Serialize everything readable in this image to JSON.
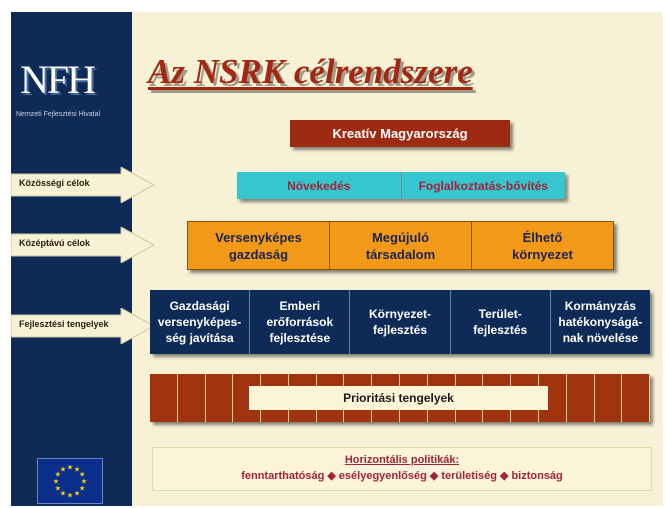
{
  "logo": {
    "text": "NFH",
    "subtitle": "Nemzeti Fejlesztési Hivatal"
  },
  "title": "Az NSRK célrendszere",
  "top_goal": "Kreatív Magyarország",
  "level_labels": [
    "Közösségi célok",
    "Középtávú célok",
    "Fejlesztési tengelyek"
  ],
  "community_goals": [
    "Növekedés",
    "Foglalkoztatás-bővítés"
  ],
  "mid_term_goals": [
    "Versenyképes\ngazdaság",
    "Megújuló\ntársadalom",
    "Élhető\nkörnyezet"
  ],
  "development_axes": [
    "Gazdasági\nversenyképes-\nség javítása",
    "Emberi\nerőforrások\nfejlesztése",
    "Környezet-\nfejlesztés",
    "Terület-\nfejlesztés",
    "Kormányzás\nhatékonyságá-\nnak növelése"
  ],
  "priority_axes": "Prioritási tengelyek",
  "horizontal": {
    "title": "Horizontális politikák:",
    "items": [
      "fenntarthatóság",
      "esélyegyenlőség",
      "területiség",
      "biztonság"
    ],
    "separator": "◆"
  },
  "colors": {
    "navy": "#0e2a56",
    "dark_red": "#9e2a12",
    "cyan": "#35c6cf",
    "orange": "#f29a18",
    "cream": "#f7f1d6"
  },
  "icons": {
    "flag": "eu-flag-icon",
    "arrow": "right-arrow-icon"
  }
}
